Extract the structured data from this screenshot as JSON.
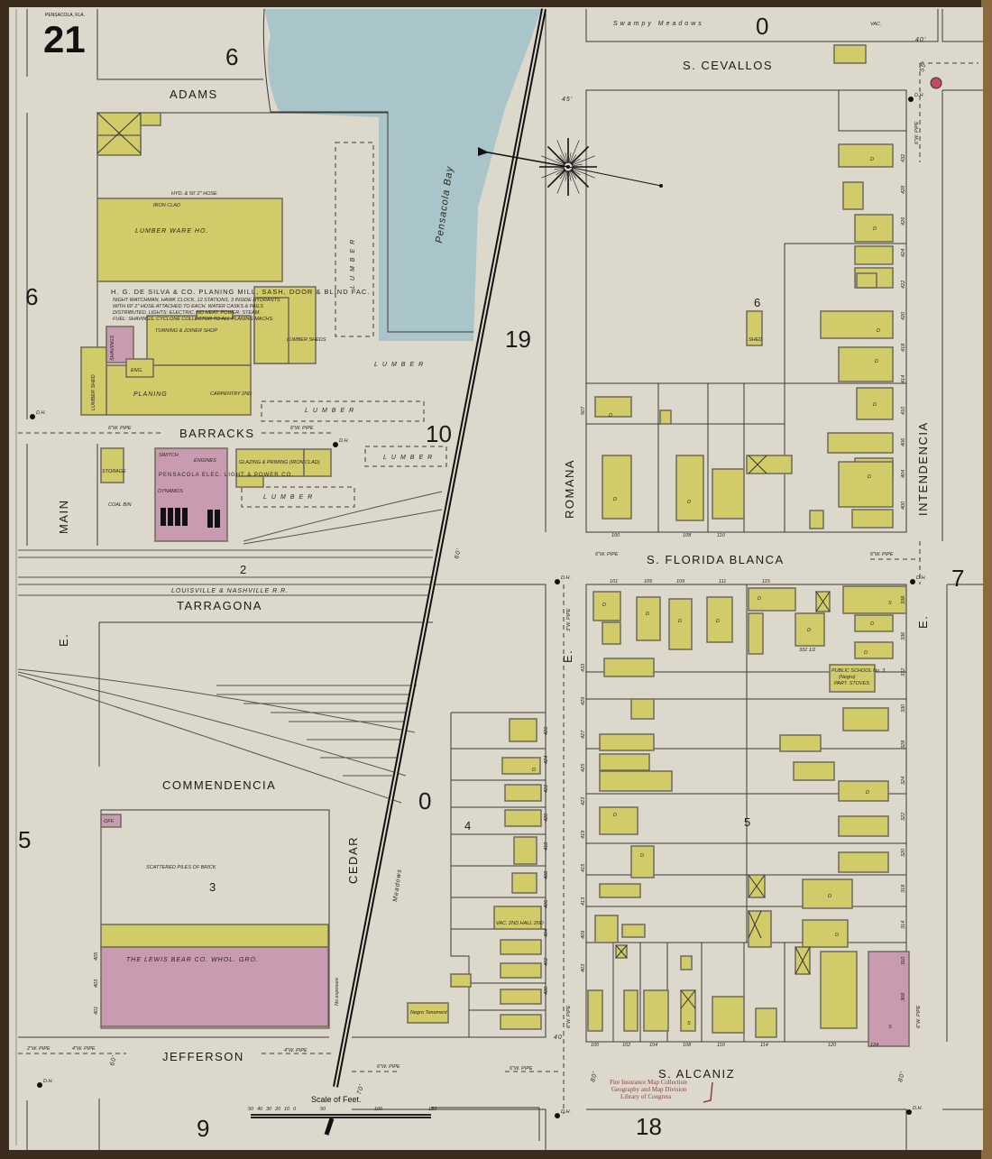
{
  "sheet": {
    "city_label": "PENSACOLA, FLA.",
    "sheet_number": "21"
  },
  "streets": {
    "adams": "ADAMS",
    "s_cevallos": "S. CEVALLOS",
    "barracks": "BARRACKS",
    "main": "MAIN",
    "main_prefix": "E.",
    "tarragona": "TARRAGONA",
    "commendencia": "COMMENDENCIA",
    "jefferson": "JEFFERSON",
    "cedar": "CEDAR",
    "romana": "ROMANA",
    "romana_prefix": "E.",
    "s_florida_blanca": "S. FLORIDA BLANCA",
    "intendencia": "INTENDENCIA",
    "intendencia_prefix": "E.",
    "s_alcaniz": "S. ALCANIZ",
    "railroad": "LOUISVILLE & NASHVILLE R.R."
  },
  "water": {
    "bay": "Pensacola Bay",
    "swampy_meadows": "Swampy Meadows",
    "meadows": "Meadows"
  },
  "block_numbers": [
    "6",
    "6",
    "0",
    "19",
    "10",
    "2",
    "0",
    "3",
    "4",
    "5",
    "7",
    "5",
    "9",
    "18"
  ],
  "buildings": {
    "lumber_ware_ho": "LUMBER WARE HO.",
    "iron_clad": "IRON CLAD",
    "planing_mill_title": "H. G. DE SILVA & CO. PLANING MILL, SASH, DOOR & BLIND FAC.",
    "planing_mill_notes": [
      "NIGHT WATCHMAN, HAWK CLOCK, 12 STATIONS, 3 INSIDE HYDRANTS",
      "WITH 60' 2\" HOSE ATTACHED TO EACH. WATER CASKS & PAILS",
      "DISTRIBUTED. LIGHTS: ELECTRIC. NO HEAT. POWER: STEAM.",
      "FUEL: SHAVINGS. CYCLONE COLLECTOR TO ALL PLANING MACHS."
    ],
    "turning_joiner_shop": "TURNING & JOINER SHOP",
    "planing": "PLANING",
    "carpentry": "CARPENTRY 2ND",
    "eng": "ENG.",
    "shavings": "SHAVINGS",
    "lumber_shed": "LUMBER SHED",
    "lumber_sheds": "LUMBER SHEDS",
    "lumber": "LUMBER",
    "storage": "STORAGE",
    "coal_bin": "COAL BIN",
    "elec_light": "PENSACOLA ELEC. LIGHT & POWER CO.",
    "switch": "SWITCH",
    "engines": "ENGINES",
    "dynamos": "DYNAMOS",
    "glazing_priming": "GLAZING & PRIMING (IRON CLAD)",
    "scattered_brick": "SCATTERED PILES OF BRICK",
    "lewis_bear": "THE LEWIS BEAR CO. WHOL. GRO.",
    "no_exposure": "No exposure",
    "public_school": "PUBLIC SCHOOL No. 3",
    "school_note": "(Negro)",
    "school_note2": "PART. STOVES",
    "negro_tenement": "Negro Tenement",
    "vac_hall": "VAC. 2ND HALL 2ND",
    "vac": "VAC.",
    "off": "OFF.",
    "shed": "SHED",
    "dwelling": "D",
    "store": "S"
  },
  "annotations": {
    "pipe_6": "6\"W. PIPE",
    "pipe_4": "4\"W. PIPE",
    "pipe_3": "3\"W. PIPE",
    "pipe_2": "2\"W. PIPE",
    "dh": "D.H.",
    "hose_note": "HYD. & 50' 2\" HOSE",
    "w55": "55'",
    "w40": "40'",
    "w45": "45'",
    "w60": "60'",
    "w80": "80'",
    "w70": "70'"
  },
  "house_numbers": {
    "intendencia_w": [
      "432",
      "428",
      "426",
      "424",
      "422",
      "420",
      "418",
      "414",
      "410",
      "406",
      "404",
      "400"
    ],
    "intendencia_e_lower": [
      "338",
      "336",
      "332",
      "330",
      "328",
      "324",
      "322",
      "320",
      "318",
      "314",
      "310",
      "308"
    ],
    "romana_e_lower": [
      "433",
      "429",
      "427",
      "425",
      "423",
      "419",
      "415",
      "413",
      "409",
      "403"
    ],
    "cedar_e": [
      "426",
      "424",
      "422",
      "420",
      "418",
      "408",
      "406",
      "404",
      "402",
      "400"
    ],
    "florida_blanca": [
      "101",
      "105",
      "109",
      "111",
      "115"
    ],
    "alcaniz": [
      "100",
      "102",
      "104",
      "108",
      "110",
      "114",
      "120",
      "124"
    ],
    "romana_upper": [
      "507",
      "100",
      "108",
      "110"
    ],
    "main_e": [
      "405",
      "403",
      "401"
    ],
    "barracks_misc": [
      "332 1/2"
    ]
  },
  "scale": {
    "title": "Scale of Feet.",
    "ticks": [
      "50",
      "40",
      "30",
      "20",
      "10",
      "0",
      "50",
      "100",
      "150"
    ]
  },
  "stamp": {
    "line1": "Fire Insurance Map Collection",
    "line2": "Geography and Map Division",
    "line3": "Library of Congress"
  },
  "colors": {
    "paper": "#dcd8cb",
    "frame": "#3b2c1e",
    "frame_wood": "#8a6a3e",
    "frame_brick": "#c99bb0",
    "frame_wood_building": "#d2cb6a",
    "water": "#a9c5c9",
    "stamp": "#9a3a3a"
  }
}
